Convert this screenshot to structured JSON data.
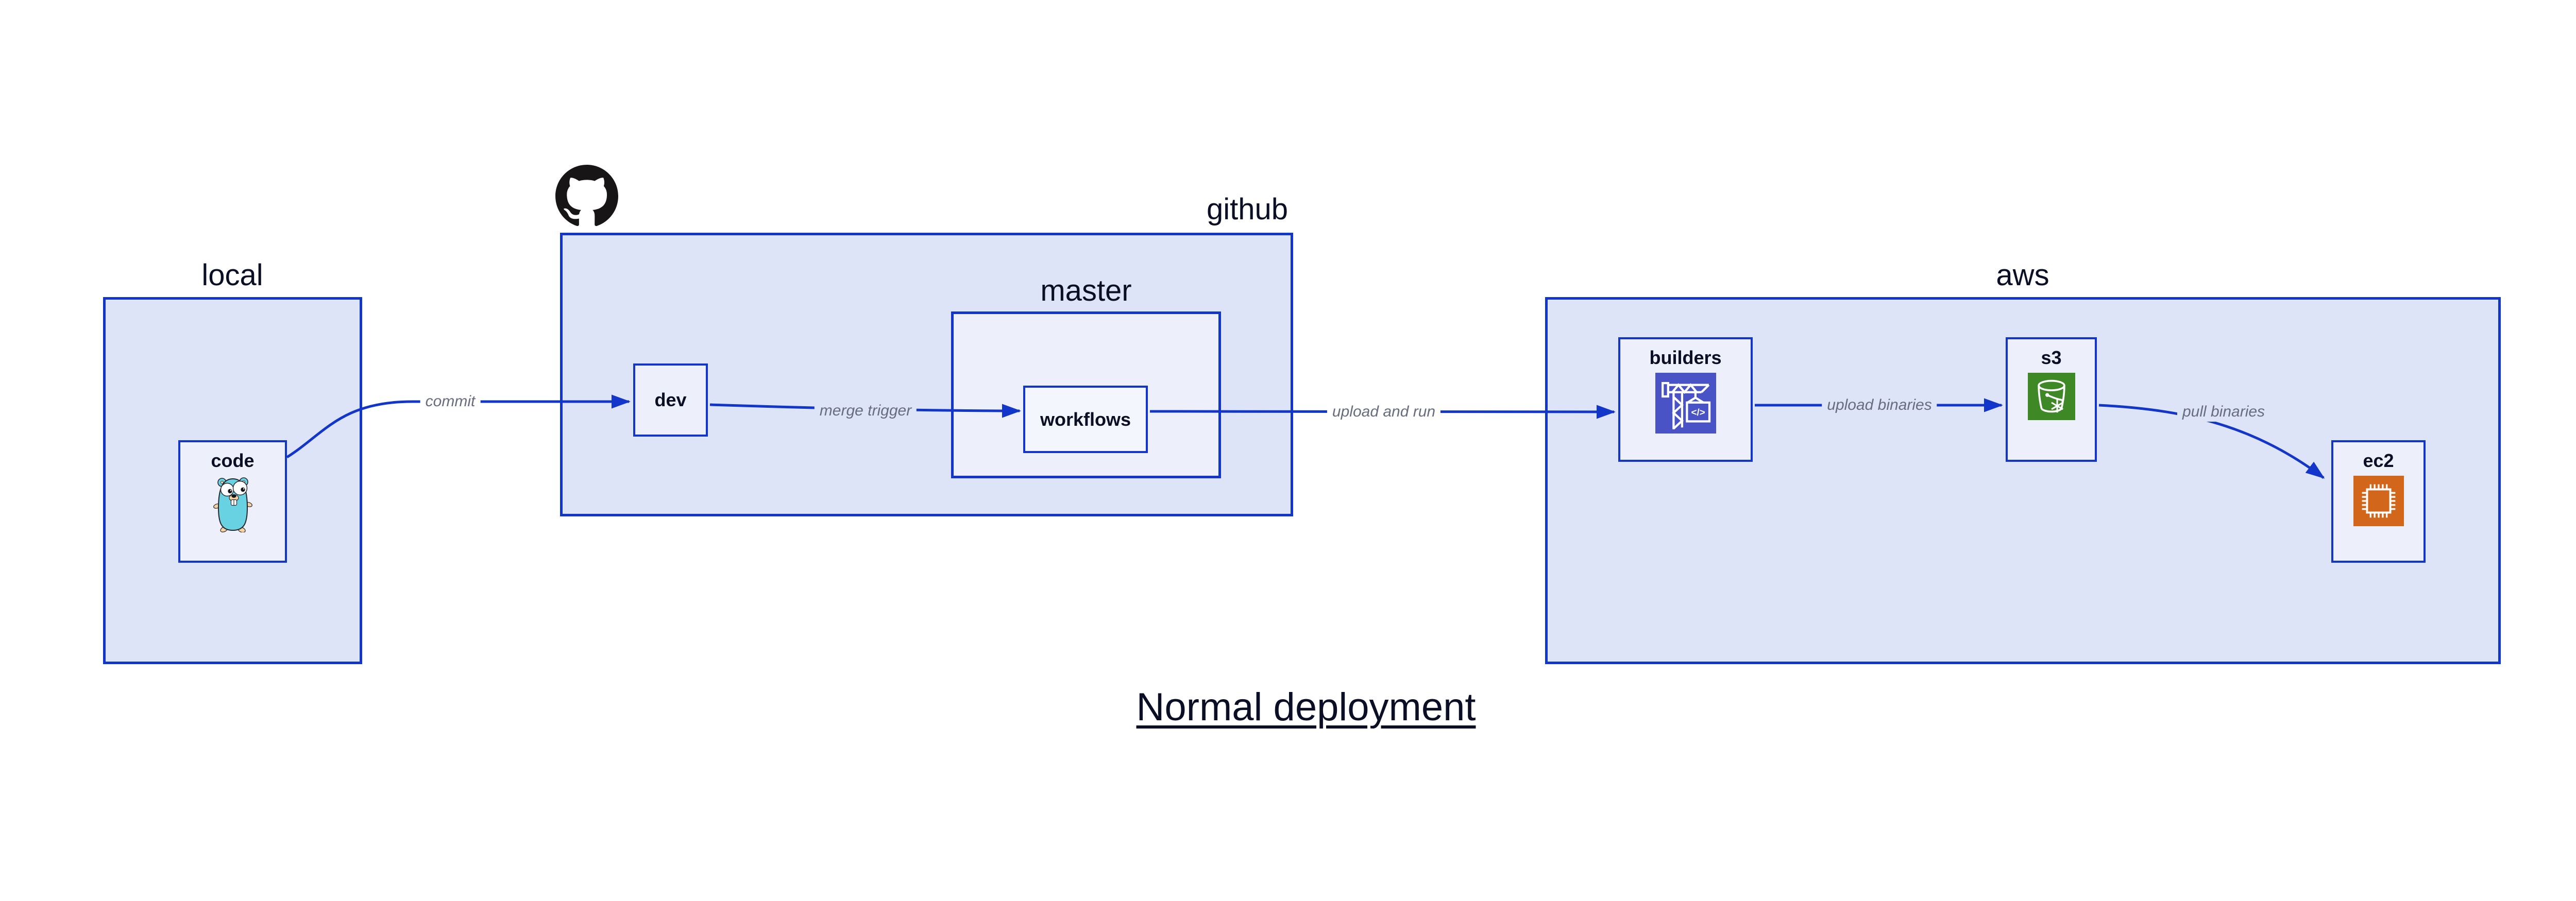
{
  "title": "Normal deployment",
  "containers": {
    "local": {
      "label": "local"
    },
    "github": {
      "label": "github"
    },
    "master": {
      "label": "master"
    },
    "aws": {
      "label": "aws"
    }
  },
  "nodes": {
    "code": {
      "label": "code"
    },
    "dev": {
      "label": "dev"
    },
    "workflows": {
      "label": "workflows"
    },
    "builders": {
      "label": "builders"
    },
    "s3": {
      "label": "s3"
    },
    "ec2": {
      "label": "ec2"
    }
  },
  "edges": {
    "commit": {
      "label": "commit"
    },
    "merge_trigger": {
      "label": "merge trigger"
    },
    "upload_and_run": {
      "label": "upload and run"
    },
    "upload_binaries": {
      "label": "upload binaries"
    },
    "pull_binaries": {
      "label": "pull binaries"
    }
  },
  "icons": {
    "octocat": "github-octocat-icon",
    "gopher": "go-gopher-icon",
    "crane": "codebuild-crane-icon",
    "bucket": "s3-glacier-bucket-icon",
    "chip": "ec2-chip-icon"
  },
  "colors": {
    "canvas_bg": "#ffffff",
    "stroke_blue": "#1236c9",
    "container_fill": "#dee4f8",
    "node_fill": "#edf0fb",
    "inner_node_fill": "#f4f6fd",
    "label_ink": "#0a0f25",
    "edge_label_gray": "#676c7e",
    "octocat_black": "#171515",
    "gopher_teal": "#68d1e2",
    "gopher_tan": "#f6d1a2",
    "builders_icon_bg": "#4a53c6",
    "s3_icon_bg": "#3e8826",
    "ec2_icon_bg": "#d2661a"
  }
}
